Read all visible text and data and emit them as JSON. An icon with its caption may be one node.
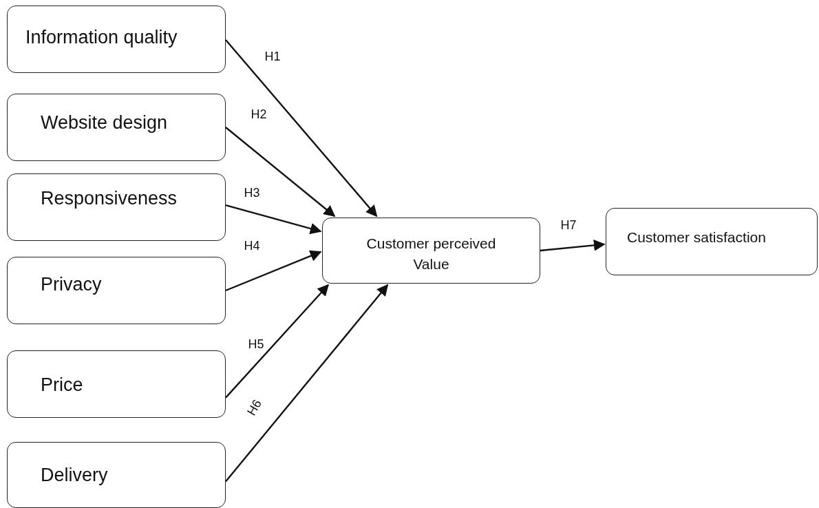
{
  "diagram": {
    "nodes": [
      {
        "text": [
          "Information quality"
        ]
      },
      {
        "text": [
          "Website design"
        ]
      },
      {
        "text": [
          "Responsiveness"
        ]
      },
      {
        "text": [
          "Privacy"
        ]
      },
      {
        "text": [
          "Price"
        ]
      },
      {
        "text": [
          "Delivery"
        ]
      },
      {
        "text": [
          "Customer perceived Value"
        ]
      },
      {
        "text": [
          "Customer satisfaction"
        ]
      }
    ],
    "edges": [
      {
        "from": 0,
        "to": 6,
        "arrow": "to",
        "label": "H1"
      },
      {
        "from": 1,
        "to": 6,
        "arrow": "to",
        "label": "H2"
      },
      {
        "from": 2,
        "to": 6,
        "arrow": "to",
        "label": "H3"
      },
      {
        "from": 3,
        "to": 6,
        "arrow": "to",
        "label": "H4"
      },
      {
        "from": 4,
        "to": 6,
        "arrow": "to",
        "label": "H5"
      },
      {
        "from": 5,
        "to": 6,
        "arrow": "to",
        "label": "H6"
      },
      {
        "from": 6,
        "to": 7,
        "arrow": "to",
        "label": "H7"
      }
    ]
  }
}
